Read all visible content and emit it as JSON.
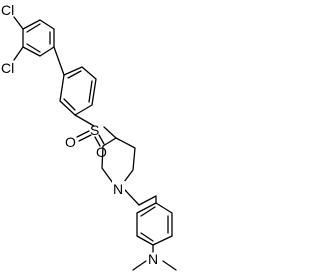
{
  "molecule": {
    "atoms": {
      "cl_top": "Cl",
      "cl_left": "Cl",
      "sulfur": "S",
      "oxygen_left": "O",
      "oxygen_right": "O",
      "nitrogen_ring": "N",
      "nitrogen_amine": "N"
    }
  }
}
